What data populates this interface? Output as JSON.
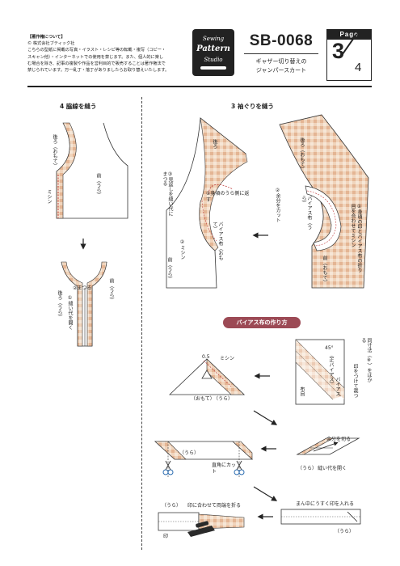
{
  "copyright": {
    "title": "【著作権について】",
    "company": "© 株式会社ブティック社",
    "line1": "こちらの型紙に掲載の写真・イラスト・レシピ等の転載・複写（コピー・",
    "line2": "スキャン他）・インターネットでの使用を禁じます。また、個人的に楽し",
    "line3": "む場合を除き、記事の複製や作品を営利目的で販売することは著作権法で",
    "line4": "禁じられています。万一乱丁・落丁がありましたらお取り替えいたします。"
  },
  "logo": {
    "line1": "Sewing",
    "line2": "Pattern",
    "line3": "Studio"
  },
  "header": {
    "pattern_no": "SB-0068",
    "product_line1": "ギャザー切り替えの",
    "product_line2": "ジャンパースカート",
    "page_label": "Page",
    "page_current": "3",
    "page_total": "4"
  },
  "step4": {
    "title": "4 脇線を縫う",
    "back_label": "後ろ（おもて）",
    "front_label": "前（うら）",
    "sew_label": "ミシン",
    "back_label2": "後ろ（うら）",
    "front_label2": "前（うら）",
    "note_overlock": "②まつる",
    "note_open": "①縫い代を開く"
  },
  "step3": {
    "title": "3 袖ぐりを縫う",
    "back_label": "後ろ",
    "back_label_r": "後ろ（おもて）",
    "front_label": "前（うら）",
    "front_label_r": "前（おもて）",
    "note_fold": "①身頃のうら側に返す",
    "note_overlock": "③見返しを縫い代にまつる",
    "note_sew": "②ミシン",
    "bias_label_front": "バイアス布（おもて）",
    "bias_label_back": "バイアス布（うら）",
    "note_cut": "②余分をカット",
    "note_match": "①身頃の印とバイアス布の折り目を合わせてミシン"
  },
  "bias": {
    "banner": "バイアス布の作り方",
    "seam_allow": "0.5",
    "sew_label": "ミシン",
    "face_label": "（おもて）",
    "back_label": "（うら）",
    "angle": "45°",
    "grain_label": "（正バイアス）",
    "bias_label": "バイアス",
    "grain_word": "布目",
    "width_note": "同寸法（※）をはかる",
    "mark_note": "印をつけて裁つ",
    "trim_note": "余分を切る",
    "back_label2": "（うら）",
    "open_note": "縫い代を開く",
    "back_label3": "（うら）",
    "right_angle_note": "直角にカット",
    "center_note": "まん中にうすく印を入れる",
    "back_label4": "（うら）",
    "back_label5": "（うら）",
    "iron_note": "印に合わせて両端を折る",
    "mark_label": "印"
  }
}
